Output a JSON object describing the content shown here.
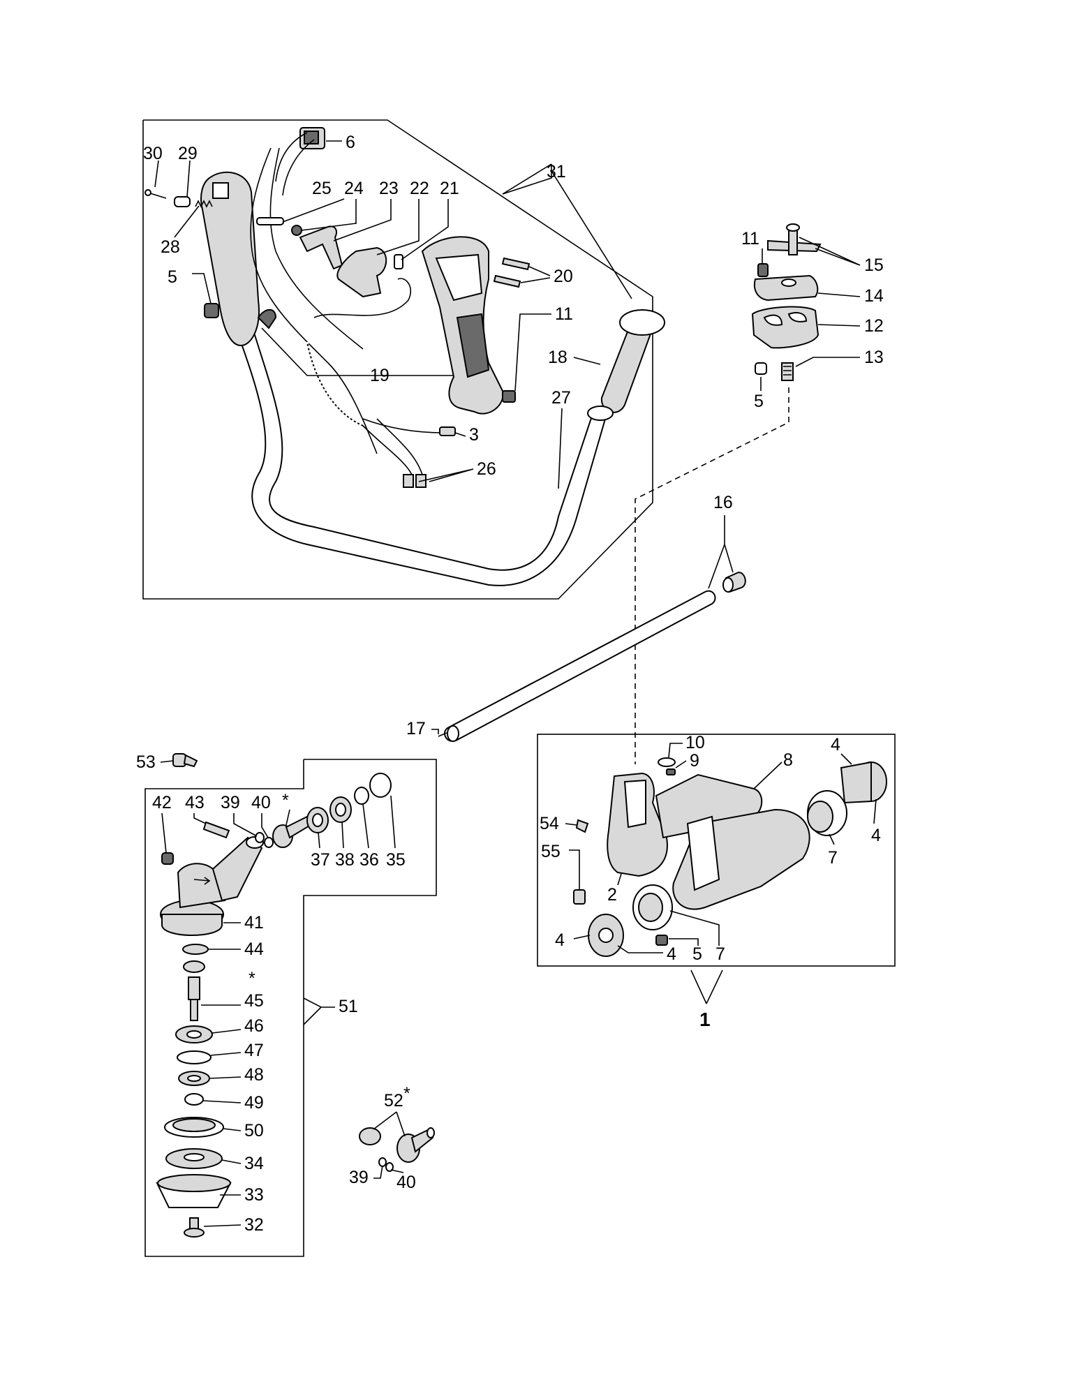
{
  "labels": {
    "l1": "1",
    "l2": "2",
    "l3": "3",
    "l4a": "4",
    "l4b": "4",
    "l4c": "4",
    "l4d": "4",
    "l5a": "5",
    "l5b": "5",
    "l5c": "5",
    "l6": "6",
    "l7a": "7",
    "l7b": "7",
    "l8": "8",
    "l9": "9",
    "l10": "10",
    "l11a": "11",
    "l11b": "11",
    "l12": "12",
    "l13": "13",
    "l14": "14",
    "l15": "15",
    "l16": "16",
    "l17": "17",
    "l18": "18",
    "l19": "19",
    "l20": "20",
    "l21": "21",
    "l22": "22",
    "l23": "23",
    "l24": "24",
    "l25": "25",
    "l26": "26",
    "l27": "27",
    "l28": "28",
    "l29": "29",
    "l30": "30",
    "l31": "31",
    "l32": "32",
    "l33": "33",
    "l34a": "34",
    "l35": "35",
    "l36": "36",
    "l37": "37",
    "l38": "38",
    "l39a": "39",
    "l39b": "39",
    "l40a": "40",
    "l40b": "40",
    "l41": "41",
    "l42": "42",
    "l43": "43",
    "l44": "44",
    "l45": "45",
    "l46": "46",
    "l47": "47",
    "l48": "48",
    "l49": "49",
    "l50": "50",
    "l51": "51",
    "l52": "52",
    "l53": "53",
    "l54": "54",
    "l55": "55",
    "star1": "*",
    "star2": "*",
    "star3": "*"
  }
}
